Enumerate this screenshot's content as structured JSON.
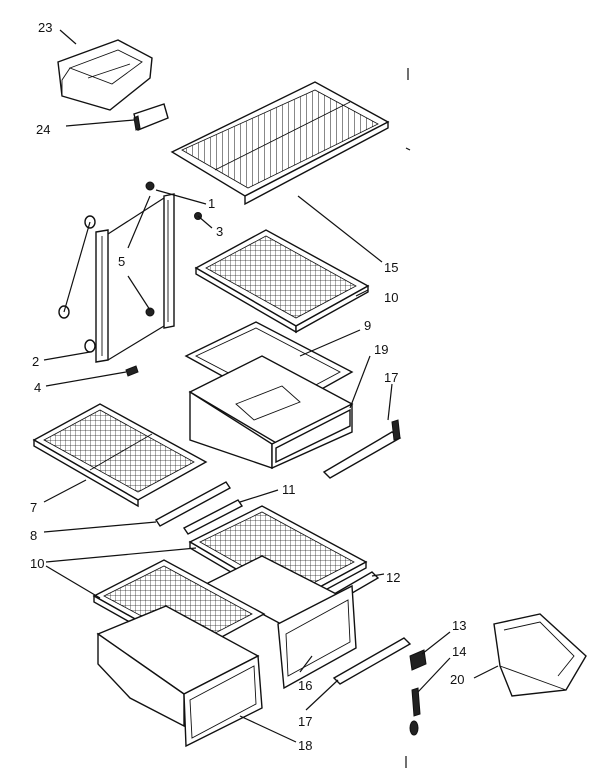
{
  "callouts": {
    "c23": "23",
    "c24": "24",
    "c1": "1",
    "c3": "3",
    "c5": "5",
    "c2": "2",
    "c4": "4",
    "c15": "15",
    "c10a": "10",
    "c9": "9",
    "c19": "19",
    "c17a": "17",
    "c7": "7",
    "c11": "11",
    "c8": "8",
    "c10b": "10",
    "c12": "12",
    "c13": "13",
    "c14": "14",
    "c20": "20",
    "c16": "16",
    "c17b": "17",
    "c18": "18"
  }
}
